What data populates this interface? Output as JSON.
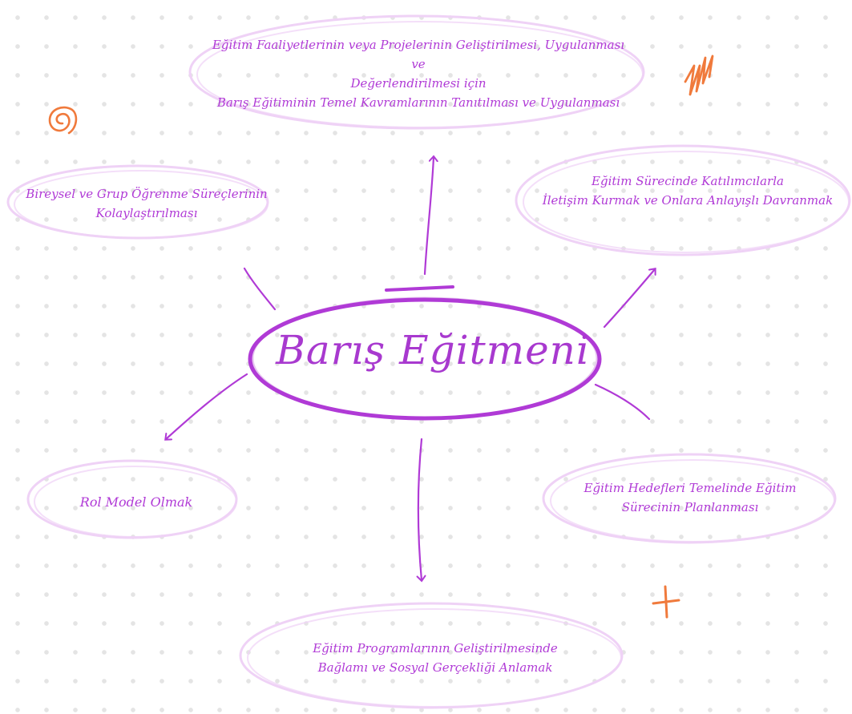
{
  "center": {
    "title": "Barış Eğitmeni"
  },
  "nodes": {
    "top": {
      "line1": "Eğitim Faaliyetlerinin veya Projelerinin Geliştirilmesi, Uygulanması ve",
      "line2": "Değerlendirilmesi için",
      "line3": "Barış Eğitiminin Temel Kavramlarının Tanıtılması ve Uygulanması"
    },
    "upper_left": {
      "line1": "Bireysel ve Grup Öğrenme Süreçlerinin",
      "line2": "Kolaylaştırılması"
    },
    "upper_right": {
      "line1": "Eğitim Sürecinde Katılımcılarla",
      "line2": "İletişim Kurmak ve Onlara Anlayışlı Davranmak"
    },
    "lower_left": {
      "line1": "Rol Model Olmak"
    },
    "lower_right": {
      "line1": "Eğitim Hedefleri Temelinde Eğitim",
      "line2": "Sürecinin Planlanması"
    },
    "bottom": {
      "line1": "Eğitim Programlarının Geliştirilmesinde",
      "line2": "Bağlamı ve Sosyal Gerçekliği Anlamak"
    }
  },
  "colors": {
    "primary": "#b03ad6",
    "light_oval": "#efd2f6",
    "accent_orange": "#f07a3c"
  },
  "icons": [
    "spiral-doodle-icon",
    "zigzag-doodle-icon",
    "sparkle-star-icon"
  ]
}
